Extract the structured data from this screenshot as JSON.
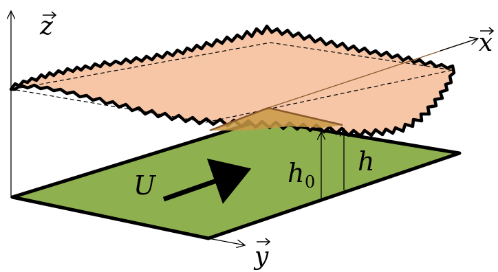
{
  "diagram": {
    "labels": {
      "z_axis": "z",
      "x_axis": "x",
      "y_axis": "y",
      "velocity": "U",
      "mean_gap": "h",
      "mean_gap_subscript": "0",
      "local_gap": "h"
    },
    "colors": {
      "plane_fill": "#8fb04f",
      "rough_surface_fill": "#f6c6a7",
      "contact_patch": "#c99a45",
      "outline": "#000000"
    }
  }
}
